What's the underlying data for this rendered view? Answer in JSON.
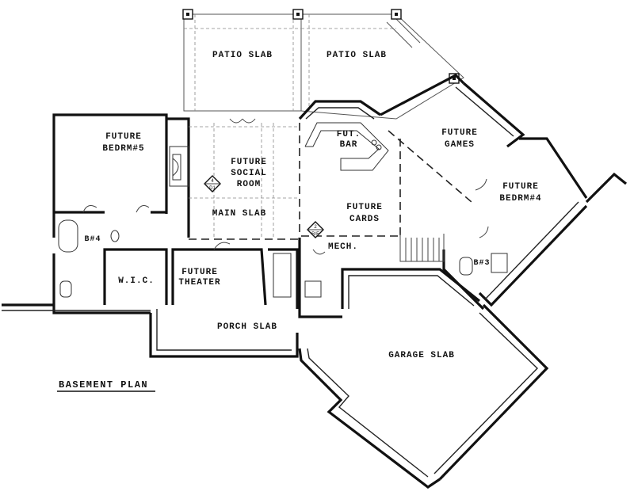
{
  "plan_title": "BASEMENT PLAN",
  "rooms": {
    "patio_slab_left": "PATIO SLAB",
    "patio_slab_right": "PATIO SLAB",
    "future_bedrm5": [
      "FUTURE",
      "BEDRM#5"
    ],
    "future_social_room": [
      "FUTURE",
      "SOCIAL",
      "ROOM"
    ],
    "main_slab": "MAIN SLAB",
    "fut_bar": [
      "FUT.",
      "BAR"
    ],
    "future_games": [
      "FUTURE",
      "GAMES"
    ],
    "future_bedrm4": [
      "FUTURE",
      "BEDRM#4"
    ],
    "future_cards": [
      "FUTURE",
      "CARDS"
    ],
    "mech": "MECH.",
    "bath4": "B#4",
    "bath3": "B#3",
    "wic": "W.I.C.",
    "future_theater": [
      "FUTURE",
      "THEATER"
    ],
    "porch_slab": "PORCH SLAB",
    "garage_slab": "GARAGE SLAB"
  },
  "section_markers": [
    {
      "top": "4",
      "bottom": "D1"
    },
    {
      "top": "2",
      "bottom": "R/F"
    }
  ]
}
